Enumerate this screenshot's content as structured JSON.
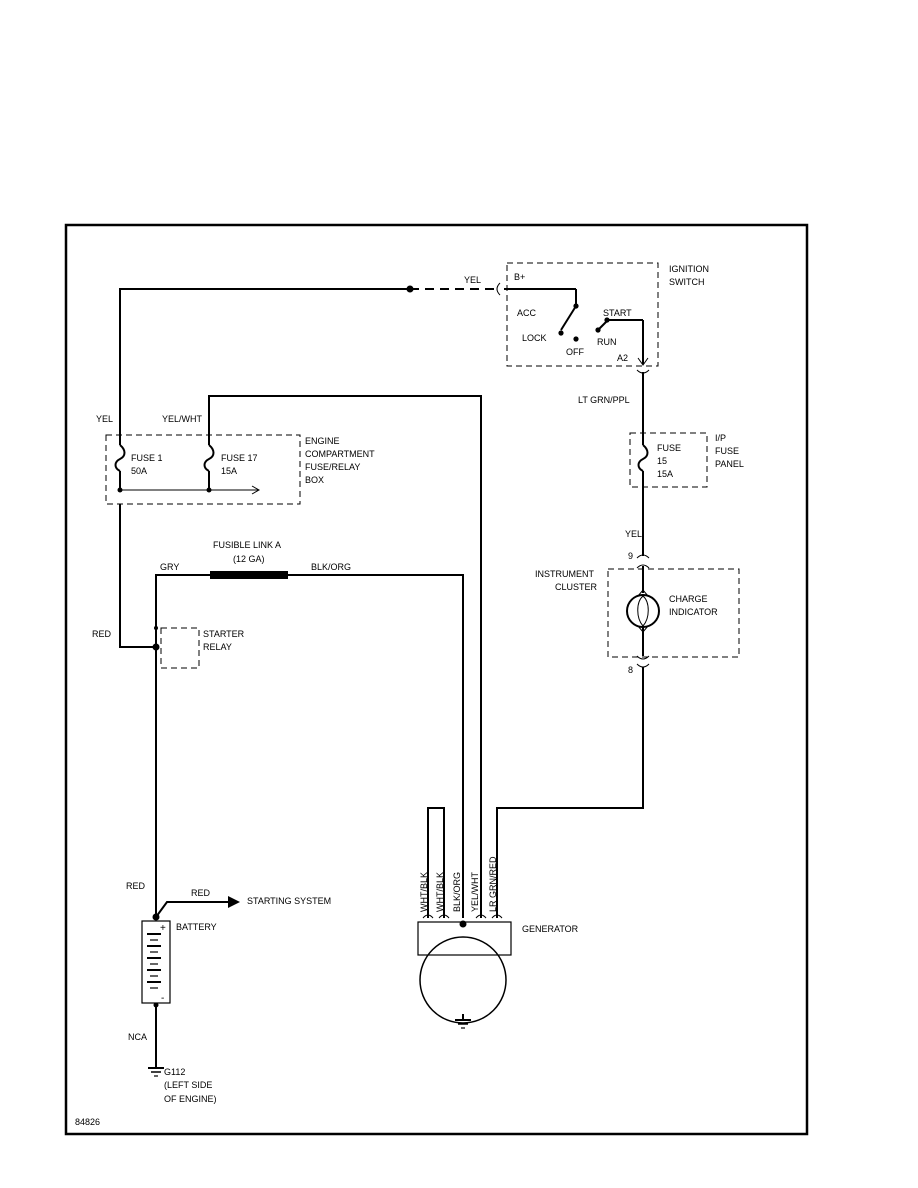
{
  "labels": {
    "b_plus": "B+",
    "yel_top": "YEL",
    "ignition_1": "IGNITION",
    "ignition_2": "SWITCH",
    "acc": "ACC",
    "lock": "LOCK",
    "off": "OFF",
    "start": "START",
    "run": "RUN",
    "a2": "A2",
    "lt_grn_ppl": "LT GRN/PPL",
    "yel_left": "YEL",
    "yel_wht": "YEL/WHT",
    "fuse1_a": "FUSE 1",
    "fuse1_b": "50A",
    "fuse17_a": "FUSE 17",
    "fuse17_b": "15A",
    "engine_box_1": "ENGINE",
    "engine_box_2": "COMPARTMENT",
    "engine_box_3": "FUSE/RELAY",
    "engine_box_4": "BOX",
    "fuse15_a": "FUSE",
    "fuse15_b": "15",
    "fuse15_c": "15A",
    "ip_1": "I/P",
    "ip_2": "FUSE",
    "ip_3": "PANEL",
    "yel_right": "YEL",
    "pin9_top": "9",
    "pin8_bottom": "8",
    "cluster_1": "INSTRUMENT",
    "cluster_2": "CLUSTER",
    "charge_1": "CHARGE",
    "charge_2": "INDICATOR",
    "fusible_1": "FUSIBLE LINK A",
    "fusible_2": "(12 GA)",
    "gry": "GRY",
    "blk_org": "BLK/ORG",
    "red_left": "RED",
    "starter_1": "STARTER",
    "starter_2": "RELAY",
    "red_batt": "RED",
    "red_arrow": "RED",
    "starting_system": "STARTING SYSTEM",
    "battery": "BATTERY",
    "plus": "+",
    "minus": "-",
    "nca": "NCA",
    "g112_1": "G112",
    "g112_2": "(LEFT SIDE",
    "g112_3": "OF ENGINE)",
    "gen_w1": "WHT/BLK",
    "gen_w2": "WHT/BLK",
    "gen_w3": "BLK/ORG",
    "gen_w4": "YEL/WHT",
    "gen_w5": "LR GRN/RED",
    "generator": "GENERATOR",
    "fig_id": "84826"
  }
}
